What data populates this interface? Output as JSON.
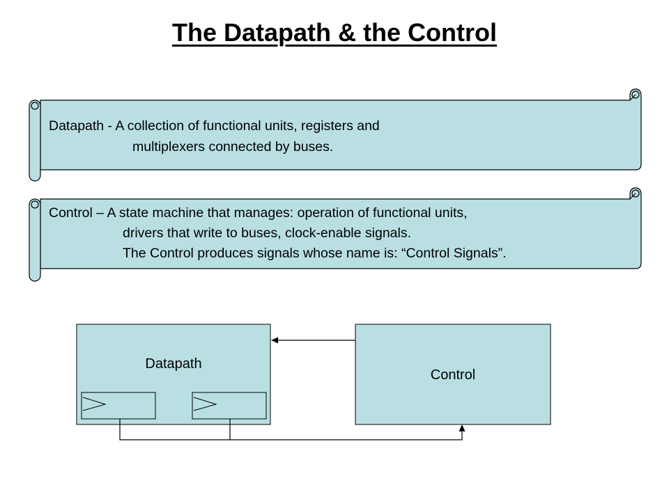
{
  "title": "The Datapath & the Control",
  "scroll1": {
    "line1": "Datapath - A collection of functional units, registers and",
    "line2": "multiplexers connected by buses."
  },
  "scroll2": {
    "line1": "Control – A state machine that manages: operation of functional units,",
    "line2": "drivers that write to buses, clock-enable signals.",
    "line3": "The Control produces signals whose name is: “Control Signals”."
  },
  "diagram": {
    "datapath_label": "Datapath",
    "control_label": "Control"
  },
  "colors": {
    "fill": "#b9dfe2",
    "stroke": "#000000"
  }
}
